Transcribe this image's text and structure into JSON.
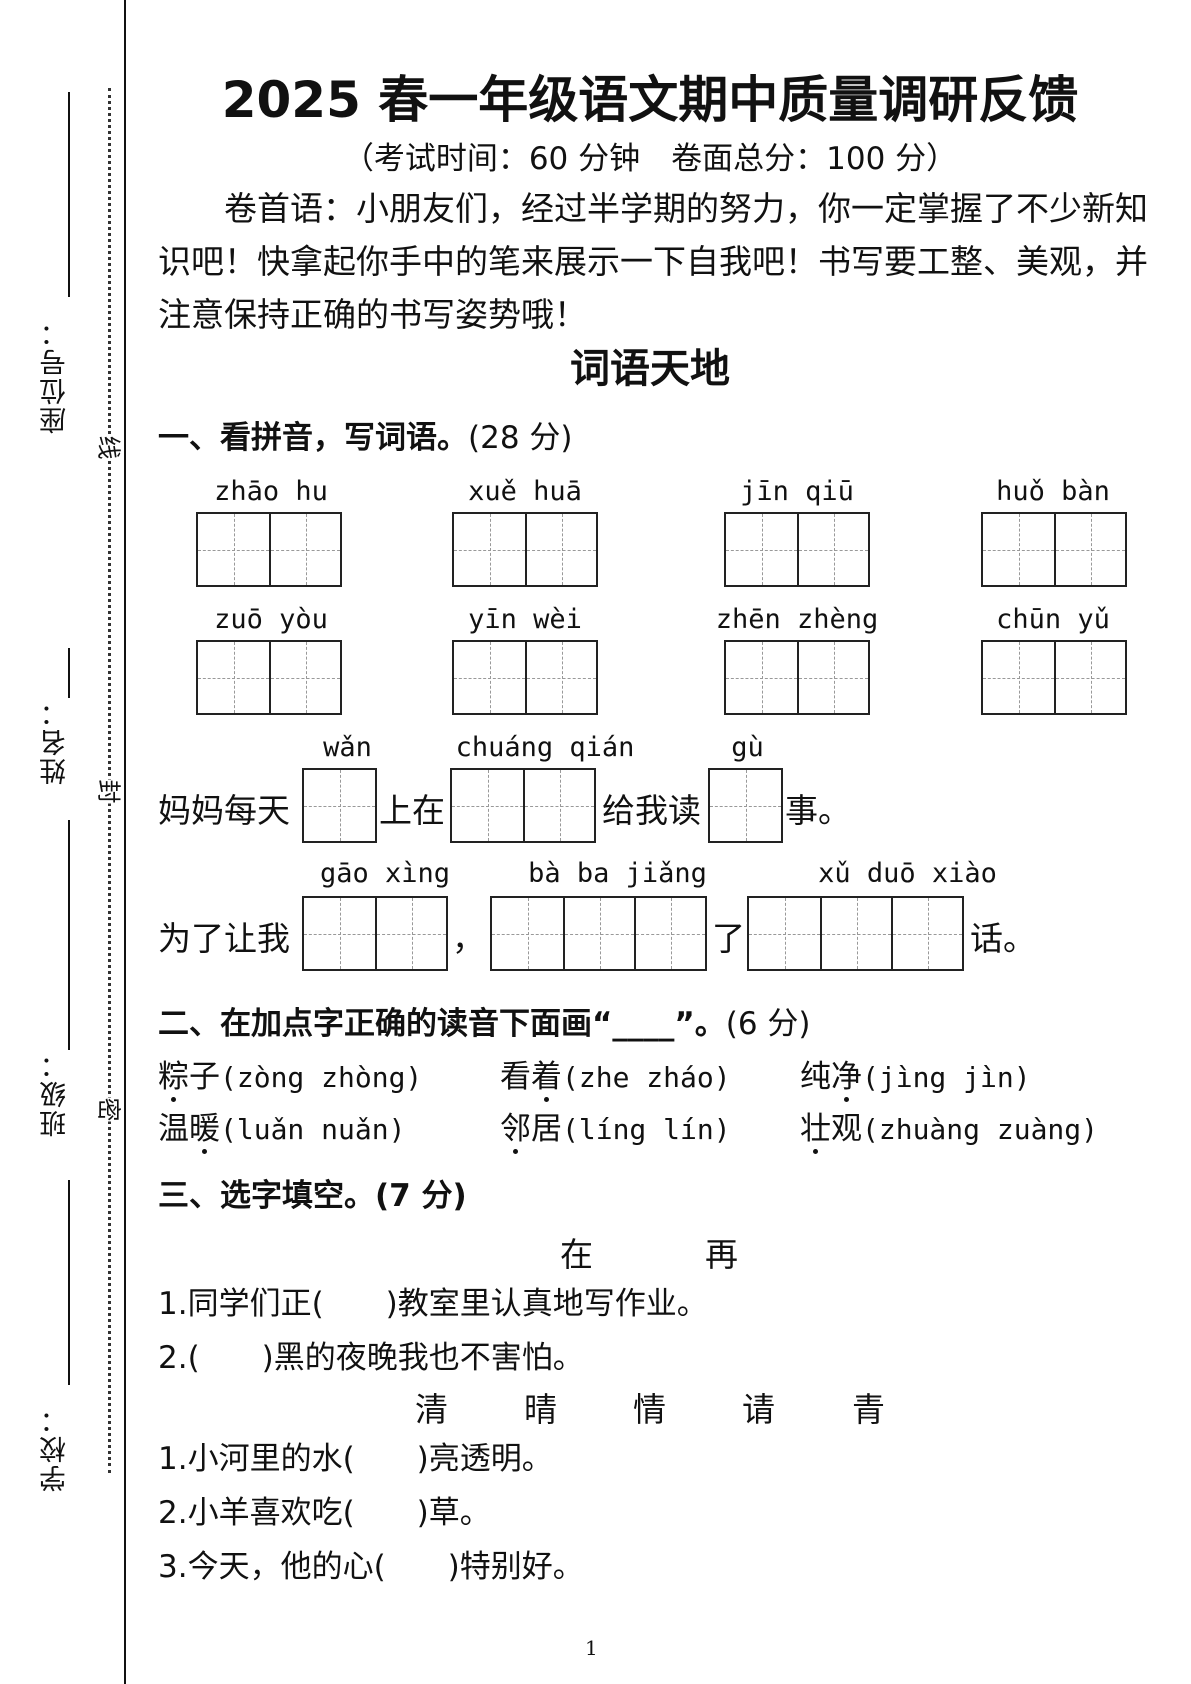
{
  "binding": {
    "school_label": "学校：",
    "class_label": "班级：",
    "name_label": "姓名：",
    "seat_label": "座位号：",
    "seal_chars": [
      "线",
      "封",
      "密"
    ]
  },
  "header": {
    "title": "2025 春一年级语文期中质量调研反馈",
    "subtitle": "（考试时间：60 分钟　卷面总分：100 分）",
    "intro": "卷首语：小朋友们，经过半学期的努力，你一定掌握了不少新知识吧！快拿起你手中的笔来展示一下自我吧！书写要工整、美观，并注意保持正确的书写姿势哦！"
  },
  "section_title": "词语天地",
  "q1": {
    "heading": "一、看拼音，写词语。",
    "points": "(28 分)",
    "pinyin_row1": [
      "zhāo hu",
      "xuě huā",
      "jīn qiū",
      "huǒ bàn"
    ],
    "pinyin_row2": [
      "zuō yòu",
      "yīn wèi",
      "zhēn zhèng",
      "chūn yǔ"
    ],
    "sentence1": {
      "pinyin": [
        "wǎn",
        "chuáng qián",
        "gù"
      ],
      "parts": [
        "妈妈每天",
        "上在",
        "给我读",
        "事。"
      ]
    },
    "sentence2": {
      "pinyin": [
        "gāo xìng",
        "bà ba jiǎng",
        "xǔ duō xiào"
      ],
      "parts": [
        "为了让我",
        "，",
        "了",
        "话。"
      ]
    }
  },
  "q2": {
    "heading": "二、在加点字正确的读音下面画“____”。",
    "points": "(6 分)",
    "items": [
      {
        "pre": "粽",
        "dot": "",
        "post": "子",
        "dotted_first": true,
        "pinyin": "(zòng zhòng)"
      },
      {
        "pre": "看",
        "dot": "着",
        "post": "",
        "pinyin": "(zhe zháo)"
      },
      {
        "pre": "纯",
        "dot": "净",
        "post": "",
        "pinyin": "(jìng jìn)"
      },
      {
        "pre": "温",
        "dot": "暖",
        "post": "",
        "pinyin": "(luǎn nuǎn)"
      },
      {
        "pre": "",
        "dot": "邻",
        "post": "居",
        "pinyin": "(líng lín)"
      },
      {
        "pre": "",
        "dot": "壮",
        "post": "观",
        "pinyin": "(zhuàng zuàng)"
      }
    ]
  },
  "q3": {
    "heading": "三、选字填空。",
    "points": "(7 分)",
    "group1_choices": [
      "在",
      "再"
    ],
    "group1_items": [
      "1.同学们正(　　)教室里认真地写作业。",
      "2.(　　)黑的夜晚我也不害怕。"
    ],
    "group2_choices": [
      "清",
      "晴",
      "情",
      "请",
      "青"
    ],
    "group2_items": [
      "1.小河里的水(　　)亮透明。",
      "2.小羊喜欢吃(　　)草。",
      "3.今天，他的心(　　)特别好。"
    ]
  },
  "page_number": "1"
}
